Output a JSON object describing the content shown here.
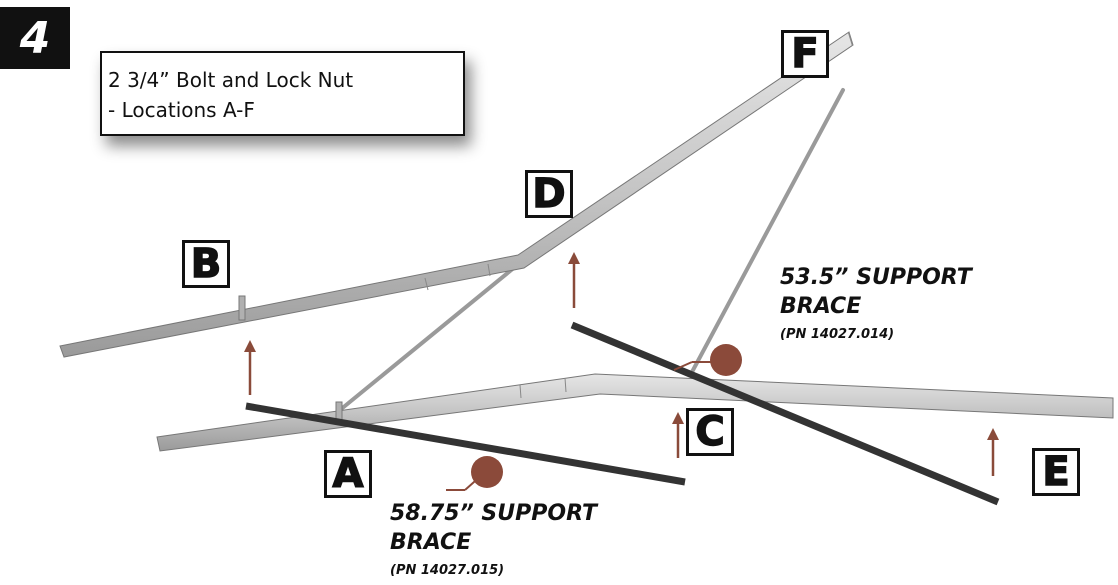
{
  "step": {
    "number": "4"
  },
  "callout": {
    "line1": "2 3/4” Bolt and Lock Nut",
    "line2": "- Locations A-F"
  },
  "locations": {
    "a": "A",
    "b": "B",
    "c": "C",
    "d": "D",
    "e": "E",
    "f": "F"
  },
  "braces": {
    "brace_535": {
      "title_line1": "53.5” SUPPORT",
      "title_line2": "BRACE",
      "part_number": "(PN 14027.014)"
    },
    "brace_5875": {
      "title_line1": "58.75” SUPPORT",
      "title_line2": "BRACE",
      "part_number": "(PN 14027.015)"
    }
  },
  "colors": {
    "arrow": "#8a4b3a",
    "marker": "#8b4a3a",
    "frame": "#c8c8c8",
    "brace": "#3a3a3a"
  }
}
